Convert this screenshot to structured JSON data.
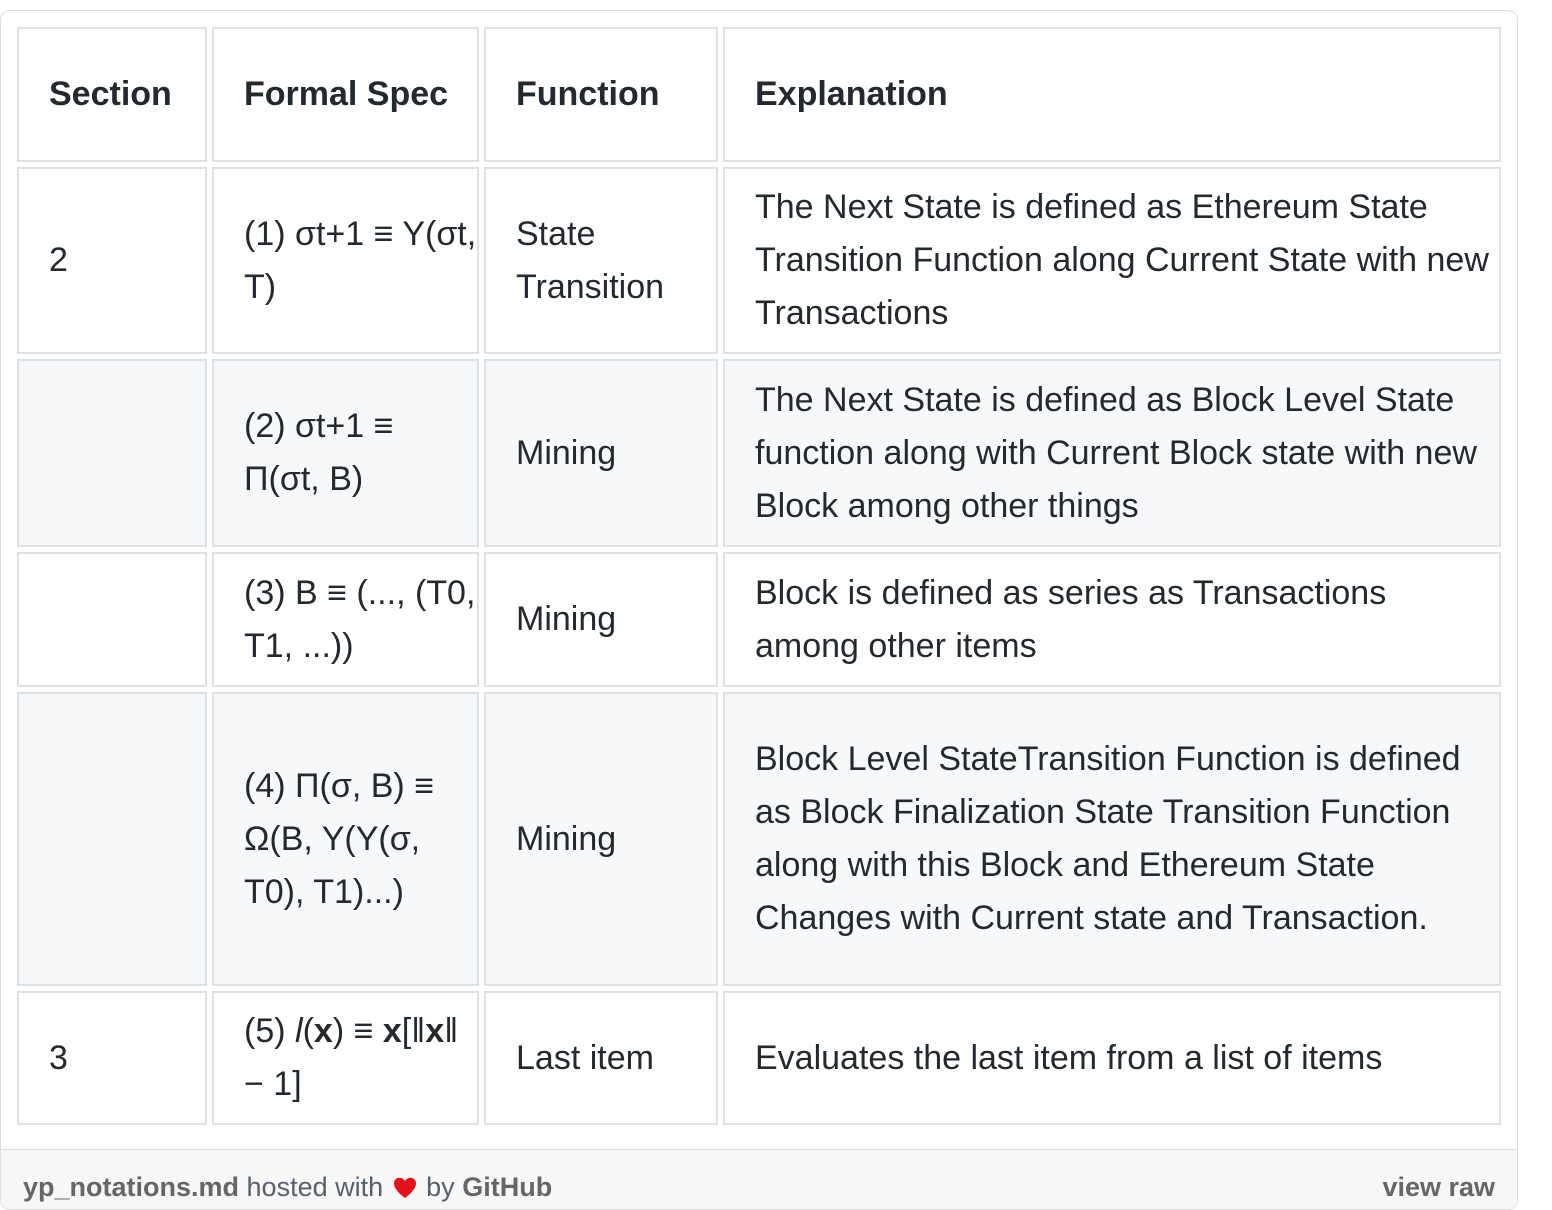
{
  "table": {
    "headers": [
      "Section",
      "Formal Spec",
      "Function",
      "Explanation"
    ],
    "rows": [
      {
        "section": "2",
        "spec": "(1) σt+1 ≡ Y(σt, T)",
        "function": "State Transition",
        "explanation": "The Next State is defined as Ethereum State Transition Function along Current State with new Transactions"
      },
      {
        "section": "",
        "spec": "(2) σt+1 ≡ Π(σt, B)",
        "function": "Mining",
        "explanation": "The Next State is defined as Block Level State function along with Current Block state with new Block among other things"
      },
      {
        "section": "",
        "spec": "(3) B ≡ (..., (T0, T1, ...))",
        "function": "Mining",
        "explanation": "Block is defined as series as Transactions among other items"
      },
      {
        "section": "",
        "spec": "(4) Π(σ, B) ≡ Ω(B, Y(Y(σ, T0), T1)...)",
        "function": "Mining",
        "explanation": "Block Level StateTransition Function is defined as Block Finalization State Transition Function along with this Block and Ethereum State Changes with Current state and Transaction."
      },
      {
        "section": "3",
        "spec_parts": {
          "prefix": "(5) ",
          "fn": "l",
          "open": "(",
          "arg": "x",
          "close": ") ≡ ",
          "x1": "x",
          "mid1": "[‖",
          "x2": "x",
          "mid2": "‖ − 1]"
        },
        "function": "Last item",
        "explanation": "Evaluates the last item from a list of items"
      }
    ]
  },
  "footer": {
    "filename": "yp_notations.md",
    "hosted_with": "hosted with",
    "by": "by",
    "github": "GitHub",
    "view_raw": "view raw",
    "heart_color": "#e3121b"
  }
}
